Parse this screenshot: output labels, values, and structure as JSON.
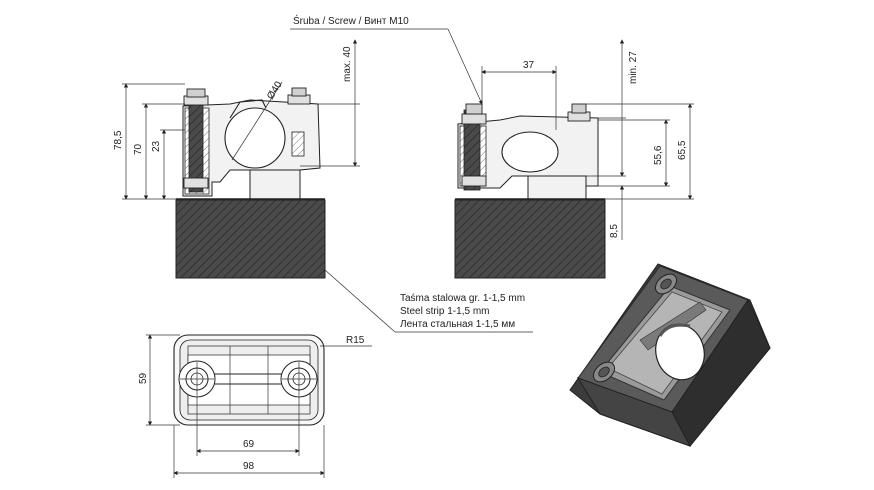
{
  "notes": {
    "screw": "Śruba / Screw / Винт M10",
    "strip_pl": "Taśma stalowa gr. 1-1,5 mm",
    "strip_en": "Steel strip 1-1,5 mm",
    "strip_ru": "Лента стальная 1-1,5 мм"
  },
  "dims": {
    "d785": "78,5",
    "d70": "70",
    "d23": "23",
    "dphi40": "Ø40",
    "dmax40": "max. 40",
    "d37": "37",
    "dmin27": "min. 27",
    "d556": "55,6",
    "d655": "65,5",
    "d85": "8,5",
    "r15": "R15",
    "d59": "59",
    "d69": "69",
    "d98": "98"
  },
  "colors": {
    "rubber": "#3a3a3a",
    "metal": "#e6e6e6",
    "body3d": "#4a4a4a"
  }
}
